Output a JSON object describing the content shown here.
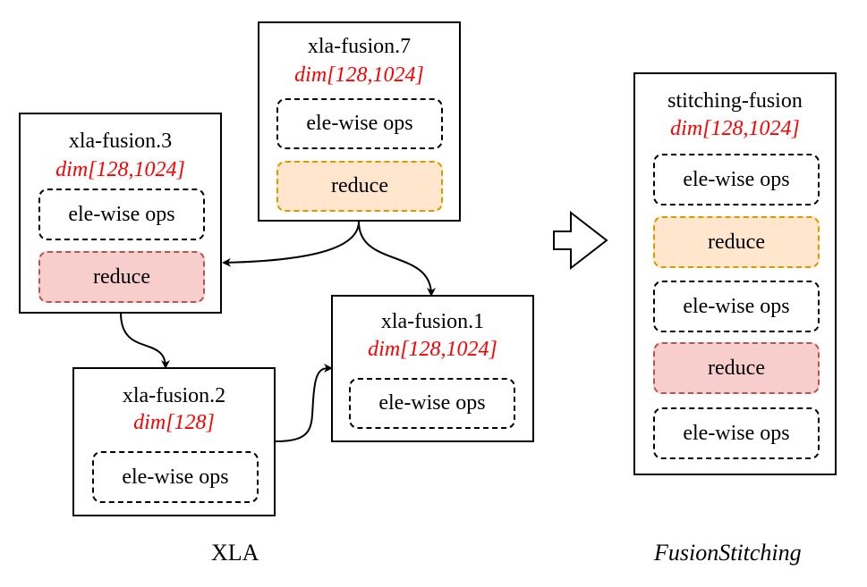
{
  "xla": {
    "caption": "XLA",
    "nodes": {
      "fusion7": {
        "title": "xla-fusion.7",
        "dim": "dim[128,1024]",
        "ops": [
          "ele-wise ops",
          "reduce"
        ]
      },
      "fusion3": {
        "title": "xla-fusion.3",
        "dim": "dim[128,1024]",
        "ops": [
          "ele-wise ops",
          "reduce"
        ]
      },
      "fusion2": {
        "title": "xla-fusion.2",
        "dim": "dim[128]",
        "ops": [
          "ele-wise ops"
        ]
      },
      "fusion1": {
        "title": "xla-fusion.1",
        "dim": "dim[128,1024]",
        "ops": [
          "ele-wise ops"
        ]
      }
    },
    "edges": [
      {
        "from": "xla-fusion.7",
        "to": "xla-fusion.3"
      },
      {
        "from": "xla-fusion.7",
        "to": "xla-fusion.1"
      },
      {
        "from": "xla-fusion.3",
        "to": "xla-fusion.2"
      },
      {
        "from": "xla-fusion.2",
        "to": "xla-fusion.1"
      }
    ]
  },
  "transform_arrow": "right-arrow-icon",
  "stitching": {
    "caption": "FusionStitching",
    "node": {
      "title": "stitching-fusion",
      "dim": "dim[128,1024]",
      "ops": [
        "ele-wise ops",
        "reduce",
        "ele-wise ops",
        "reduce",
        "ele-wise ops"
      ]
    }
  },
  "colors": {
    "dim_text": "#ff0000",
    "reduce_orange_fill": "#ffe6cc",
    "reduce_orange_border": "#d79b00",
    "reduce_red_fill": "#f8cecc",
    "reduce_red_border": "#b85450"
  }
}
